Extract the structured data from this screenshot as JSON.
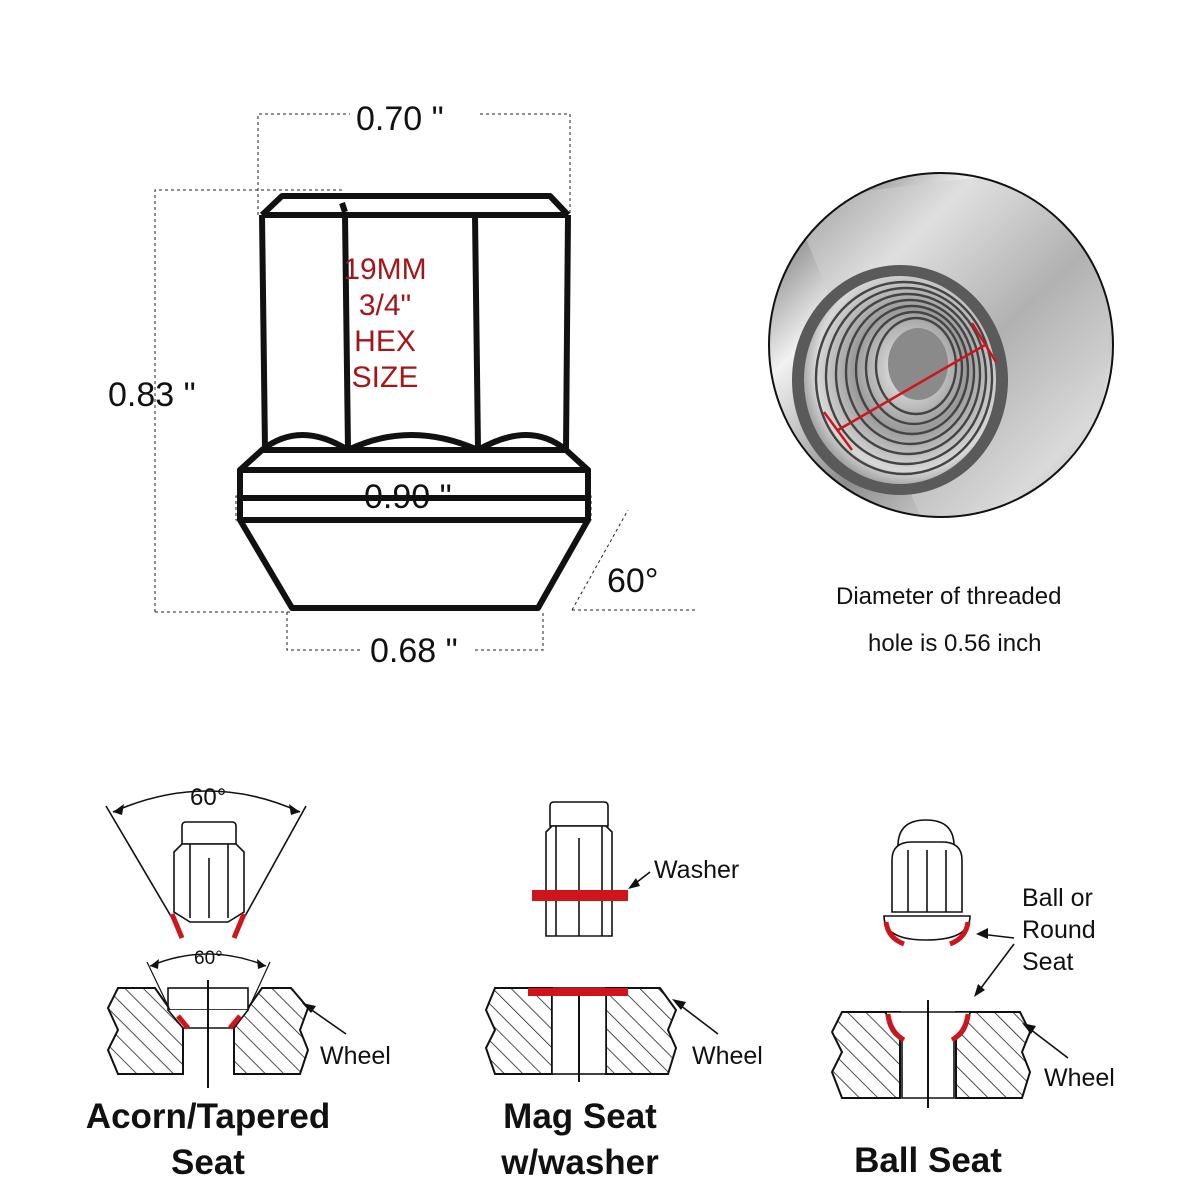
{
  "main_view": {
    "top_width": "0.70 \"",
    "height": "0.83 \"",
    "washer_width": "0.90 \"",
    "bottom_width": "0.68 \"",
    "seat_angle": "60°",
    "hex_label": [
      "19MM",
      "3/4\"",
      "HEX SIZE"
    ]
  },
  "thread_view": {
    "caption": [
      "Diameter of threaded",
      "hole is 0.56 inch"
    ]
  },
  "seat_types": [
    {
      "title": [
        "Acorn/Tapered",
        "Seat"
      ],
      "angle_top": "60°",
      "angle_hole": "60°",
      "wheel_label": "Wheel"
    },
    {
      "title": [
        "Mag Seat",
        "w/washer"
      ],
      "washer_label": "Washer",
      "wheel_label": "Wheel"
    },
    {
      "title": [
        "Ball Seat"
      ],
      "seat_label": [
        "Ball or",
        "Round",
        "Seat"
      ],
      "wheel_label": "Wheel"
    }
  ],
  "colors": {
    "line": "#111111",
    "accent_red": "#d0141b",
    "hex_text": "#a3161a"
  }
}
